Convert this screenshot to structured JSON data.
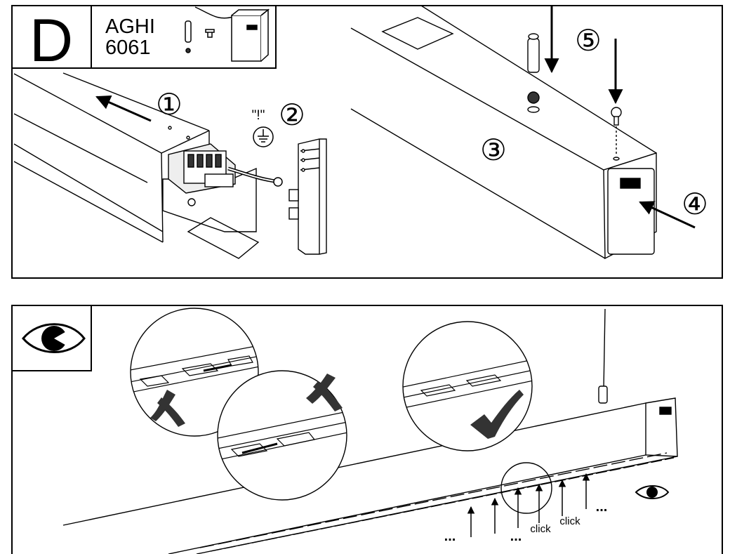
{
  "panel_top": {
    "step_letter": "D",
    "product_code_line1": "AGHI",
    "product_code_line2": "6061",
    "callout_1": "①",
    "callout_2": "②",
    "callout_3": "③",
    "callout_4": "④",
    "callout_5": "⑤",
    "warning_mark": "\"!\""
  },
  "panel_bottom": {
    "click_label_1": "click",
    "click_label_2": "click",
    "dots_1": "...",
    "dots_2": "...",
    "dots_3": "..."
  }
}
